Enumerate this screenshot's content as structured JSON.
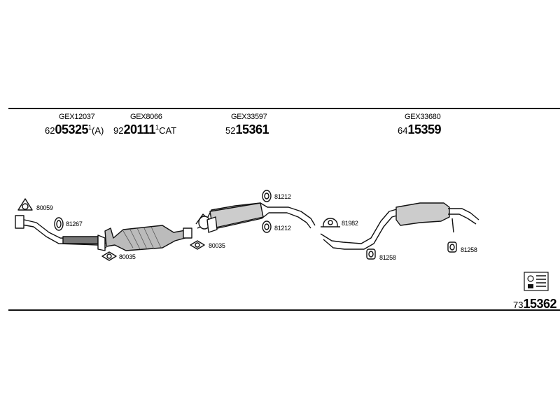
{
  "groups": [
    {
      "gex": "GEX12037",
      "prefix": "62",
      "number": "05325",
      "sup": "1",
      "suffix": "(A)"
    },
    {
      "gex": "GEX8066",
      "prefix": "92",
      "number": "20111",
      "sup": "1",
      "suffix": "CAT"
    },
    {
      "gex": "GEX33597",
      "prefix": "52",
      "number": "15361",
      "sup": "",
      "suffix": ""
    },
    {
      "gex": "GEX33680",
      "prefix": "64",
      "number": "15359",
      "sup": "",
      "suffix": ""
    }
  ],
  "small_parts": {
    "p80059": "80059",
    "p81267": "81267",
    "p80035a": "80035",
    "p80035b": "80035",
    "p81212a": "81212",
    "p81212b": "81212",
    "p81982": "81982",
    "p81258a": "81258",
    "p81258b": "81258"
  },
  "footer": {
    "prefix": "73",
    "number": "15362"
  },
  "icons": [
    "gasket-icon",
    "clamp-icon",
    "ring-icon",
    "hanger-icon",
    "code-label-icon"
  ]
}
